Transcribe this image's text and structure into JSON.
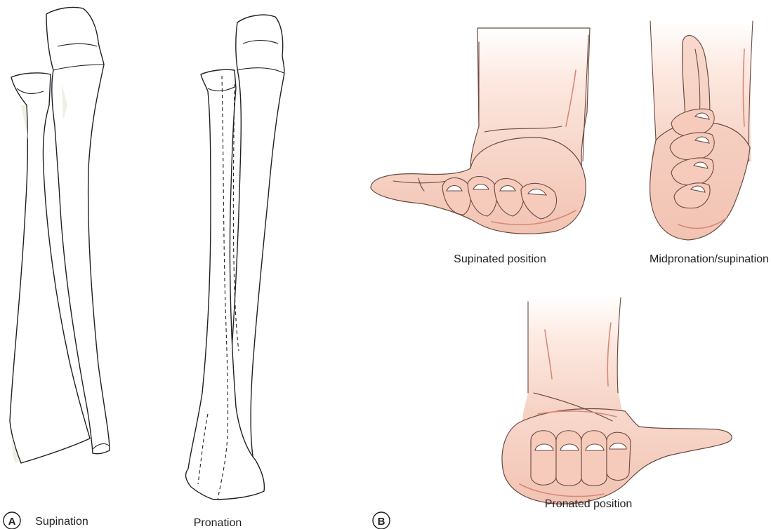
{
  "panel_a": {
    "badge": "A",
    "captions": {
      "supination": "Supination",
      "pronation": "Pronation"
    }
  },
  "panel_b": {
    "badge": "B",
    "captions": {
      "supinated": "Supinated position",
      "mid": "Midpronation/supination",
      "pronated": "Pronated position"
    }
  },
  "colors": {
    "ink": "#231f20",
    "skin": "#f5cfc1",
    "skin_light": "#fde9e1",
    "skin_shadow": "#e8a999",
    "bone_shade": "#eef0e2"
  }
}
